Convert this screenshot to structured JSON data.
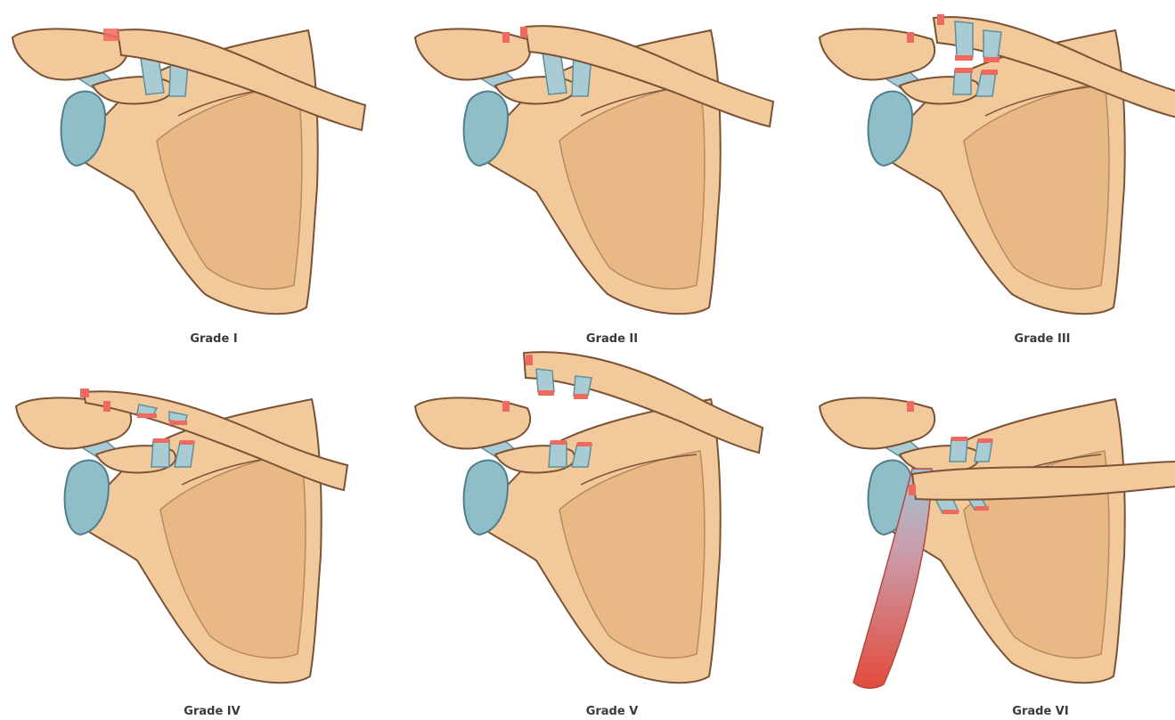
{
  "panels": [
    {
      "label": "Grade I"
    },
    {
      "label": "Grade II"
    },
    {
      "label": "Grade III"
    },
    {
      "label": "Grade IV"
    },
    {
      "label": "Grade V"
    },
    {
      "label": "Grade VI"
    }
  ],
  "colors": {
    "bone_fill": "#f2c99a",
    "bone_stroke": "#7a5236",
    "bone_shade": "#e9b985",
    "ligament": "#a9ccd4",
    "ligament_stroke": "#5e8f9b",
    "tear": "#ef6a5e",
    "cartilage": "#8fbdc8",
    "muscle": "#e34a3c",
    "label_text": "#3a3a3a"
  }
}
